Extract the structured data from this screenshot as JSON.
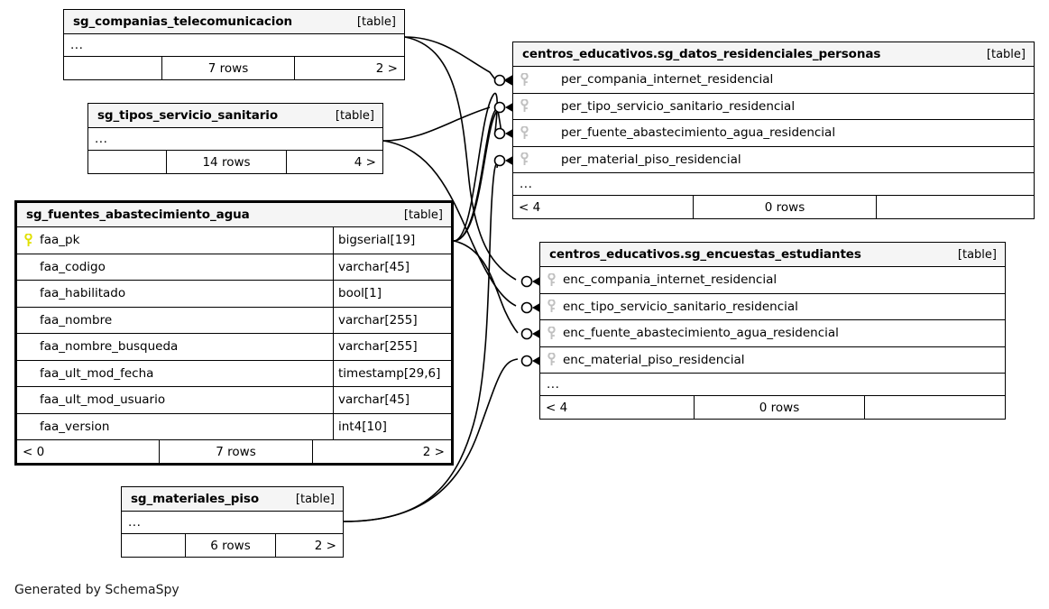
{
  "diagram": {
    "generator_credit": "Generated by SchemaSpy",
    "table_kind_label": "[table]",
    "ellipsis": "...",
    "pk_icon": "key-icon-primary",
    "fk_icon": "key-icon-foreign",
    "pk_color": "#e8e800",
    "fk_color": "#c8c8c8",
    "header_bg": "#f5f5f5",
    "line_color": "#000000"
  },
  "tables": [
    {
      "id": "sg_companias_telecomunicacion",
      "title": "sg_companias_telecomunicacion",
      "kind": "[table]",
      "ellipsis": "...",
      "columns": [],
      "footer": {
        "left": "",
        "center": "7 rows",
        "right": "2 >"
      }
    },
    {
      "id": "sg_tipos_servicio_sanitario",
      "title": "sg_tipos_servicio_sanitario",
      "kind": "[table]",
      "ellipsis": "...",
      "columns": [],
      "footer": {
        "left": "",
        "center": "14 rows",
        "right": "4 >"
      }
    },
    {
      "id": "sg_fuentes_abastecimiento_agua",
      "title": "sg_fuentes_abastecimiento_agua",
      "kind": "[table]",
      "focus": true,
      "columns": [
        {
          "name": "faa_pk",
          "type": "bigserial[19]",
          "key": "primary"
        },
        {
          "name": "faa_codigo",
          "type": "varchar[45]",
          "key": "none"
        },
        {
          "name": "faa_habilitado",
          "type": "bool[1]",
          "key": "none"
        },
        {
          "name": "faa_nombre",
          "type": "varchar[255]",
          "key": "none"
        },
        {
          "name": "faa_nombre_busqueda",
          "type": "varchar[255]",
          "key": "none"
        },
        {
          "name": "faa_ult_mod_fecha",
          "type": "timestamp[29,6]",
          "key": "none"
        },
        {
          "name": "faa_ult_mod_usuario",
          "type": "varchar[45]",
          "key": "none"
        },
        {
          "name": "faa_version",
          "type": "int4[10]",
          "key": "none"
        }
      ],
      "footer": {
        "left": "< 0",
        "center": "7 rows",
        "right": "2 >"
      }
    },
    {
      "id": "sg_materiales_piso",
      "title": "sg_materiales_piso",
      "kind": "[table]",
      "ellipsis": "...",
      "columns": [],
      "footer": {
        "left": "",
        "center": "6 rows",
        "right": "2 >"
      }
    },
    {
      "id": "datos_residenciales_personas",
      "title": "centros_educativos.sg_datos_residenciales_personas",
      "kind": "[table]",
      "ellipsis": "...",
      "columns": [
        {
          "name": "per_compania_internet_residencial",
          "key": "foreign"
        },
        {
          "name": "per_tipo_servicio_sanitario_residencial",
          "key": "foreign"
        },
        {
          "name": "per_fuente_abastecimiento_agua_residencial",
          "key": "foreign"
        },
        {
          "name": "per_material_piso_residencial",
          "key": "foreign"
        }
      ],
      "footer": {
        "left": "< 4",
        "center": "0 rows",
        "right": ""
      }
    },
    {
      "id": "encuestas_estudiantes",
      "title": "centros_educativos.sg_encuestas_estudiantes",
      "kind": "[table]",
      "ellipsis": "...",
      "columns": [
        {
          "name": "enc_compania_internet_residencial",
          "key": "foreign"
        },
        {
          "name": "enc_tipo_servicio_sanitario_residencial",
          "key": "foreign"
        },
        {
          "name": "enc_fuente_abastecimiento_agua_residencial",
          "key": "foreign"
        },
        {
          "name": "enc_material_piso_residencial",
          "key": "foreign"
        }
      ],
      "footer": {
        "left": "< 4",
        "center": "0 rows",
        "right": ""
      }
    }
  ],
  "relationships": [
    {
      "from": "sg_companias_telecomunicacion",
      "to": "per_compania_internet_residencial"
    },
    {
      "from": "sg_companias_telecomunicacion",
      "to": "enc_compania_internet_residencial"
    },
    {
      "from": "sg_tipos_servicio_sanitario",
      "to": "per_tipo_servicio_sanitario_residencial"
    },
    {
      "from": "sg_tipos_servicio_sanitario",
      "to": "enc_tipo_servicio_sanitario_residencial"
    },
    {
      "from": "sg_fuentes_abastecimiento_agua",
      "to": "per_fuente_abastecimiento_agua_residencial"
    },
    {
      "from": "sg_fuentes_abastecimiento_agua",
      "to": "enc_fuente_abastecimiento_agua_residencial"
    },
    {
      "from": "sg_materiales_piso",
      "to": "per_material_piso_residencial"
    },
    {
      "from": "sg_materiales_piso",
      "to": "enc_material_piso_residencial"
    }
  ]
}
